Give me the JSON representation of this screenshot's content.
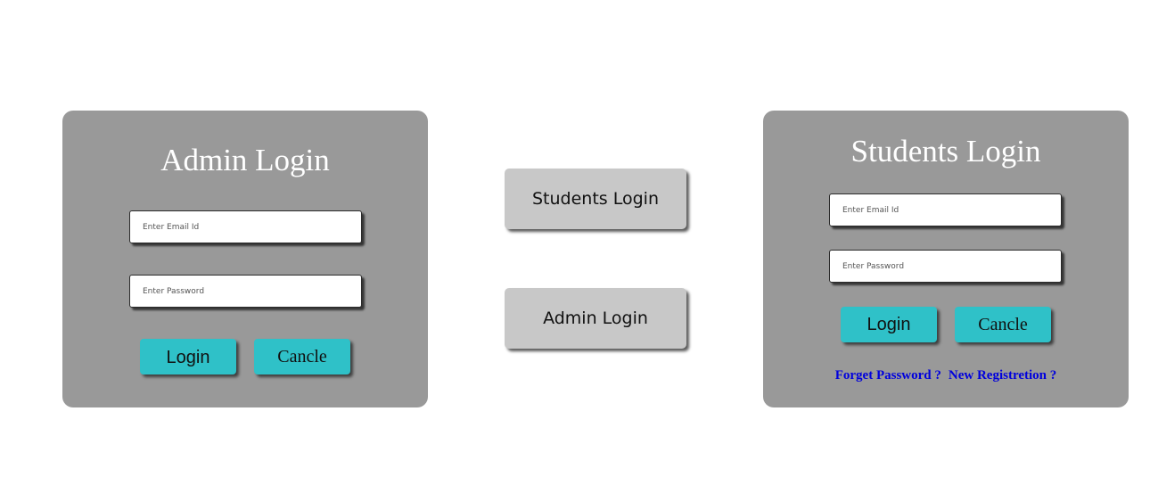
{
  "admin_panel": {
    "title": "Admin Login",
    "email_placeholder": "Enter Email Id",
    "password_placeholder": "Enter Password",
    "login_label": "Login",
    "cancel_label": "Cancle"
  },
  "nav": {
    "students_label": "Students Login",
    "admin_label": "Admin Login"
  },
  "student_panel": {
    "title": "Students Login",
    "email_placeholder": "Enter Email Id",
    "password_placeholder": "Enter Password",
    "login_label": "Login",
    "cancel_label": "Cancle",
    "forget_password_label": "Forget Password ?",
    "new_registration_label": "New Registretion ?"
  },
  "colors": {
    "panel_bg": "#999999",
    "action_button": "#2fc1c8",
    "nav_button": "#c8c8c8",
    "link": "#0000dd"
  }
}
